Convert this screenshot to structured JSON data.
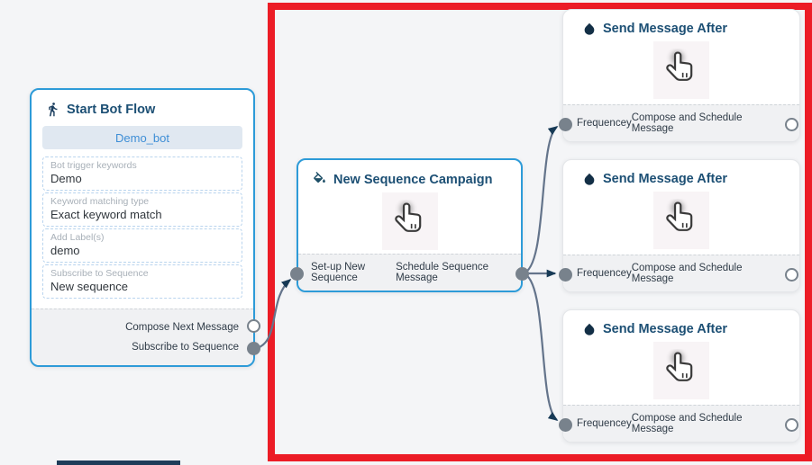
{
  "app": {
    "view": "bot-flow-canvas"
  },
  "colors": {
    "canvas_bg": "#f4f5f7",
    "node_border_blue": "#2d9bd8",
    "header_text": "#1c4f74",
    "accent_blue": "#3e8ed6",
    "highlight_red": "#ec1c26",
    "edge_line": "#64748b",
    "arrowhead": "#173a56",
    "port_fill": "#78828c",
    "footer_bg": "#f0f1f3"
  },
  "icons": {
    "start": "walking-person-icon",
    "campaign": "ink-spill-icon",
    "send": "water-drop-icon",
    "cursor": "hand-pointer-cursor",
    "input_port": "filled-circle-port",
    "output_port": "hollow-circle-port"
  },
  "start_node": {
    "title": "Start Bot Flow",
    "bot_button": "Demo_bot",
    "fields": [
      {
        "label": "Bot trigger keywords",
        "value": "Demo"
      },
      {
        "label": "Keyword matching type",
        "value": "Exact keyword match"
      },
      {
        "label": "Add Label(s)",
        "value": "demo"
      },
      {
        "label": "Subscribe to Sequence",
        "value": "New sequence"
      }
    ],
    "outputs": [
      {
        "label": "Compose Next Message"
      },
      {
        "label": "Subscribe to Sequence"
      }
    ]
  },
  "campaign_node": {
    "title": "New Sequence Campaign",
    "input_label": "Set-up New Sequence",
    "output_label": "Schedule Sequence Message"
  },
  "send_node": {
    "title": "Send Message After",
    "input_label": "Frequencey",
    "output_label": "Compose and Schedule Message"
  }
}
